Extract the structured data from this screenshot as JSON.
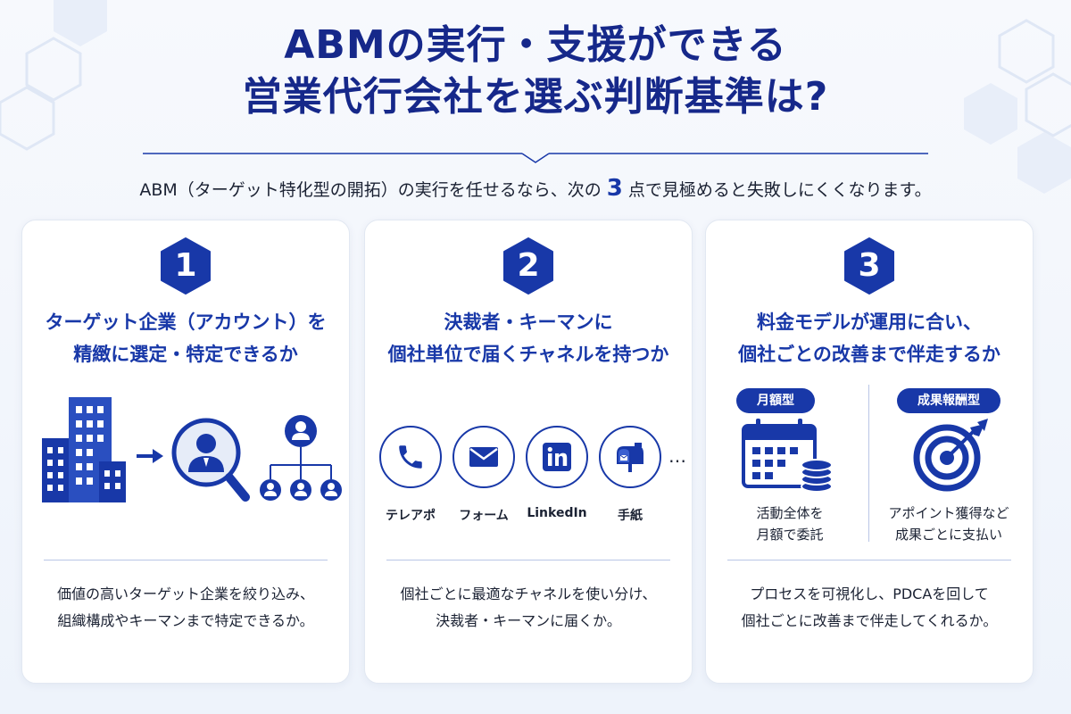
{
  "title": {
    "line1": "ABMの実行・支援ができる",
    "line2": "営業代行会社を選ぶ判断基準は?"
  },
  "subtitle": {
    "before": "ABM（ターゲット特化型の開拓）の実行を任せるなら、次の",
    "number": "3",
    "after": "点で見極めると失敗しにくくなります。"
  },
  "cards": [
    {
      "number": "1",
      "title_lines": [
        "ターゲット企業（アカウント）を",
        "精緻に選定・特定できるか"
      ],
      "icons": [
        "buildings-icon",
        "arrow-right-icon",
        "person-search-icon",
        "org-chart-icon"
      ],
      "desc_lines": [
        "価値の高いターゲット企業を絞り込み、",
        "組織構成やキーマンまで特定できるか。"
      ]
    },
    {
      "number": "2",
      "title_lines": [
        "決裁者・キーマンに",
        "個社単位で届くチャネルを持つか"
      ],
      "channels": [
        {
          "label": "テレアポ",
          "icon": "phone-icon"
        },
        {
          "label": "フォーム",
          "icon": "mail-icon"
        },
        {
          "label": "LinkedIn",
          "icon": "linkedin-icon"
        },
        {
          "label": "手紙",
          "icon": "mailbox-icon"
        }
      ],
      "more": "…",
      "desc_lines": [
        "個社ごとに最適なチャネルを使い分け、",
        "決裁者・キーマンに届くか。"
      ]
    },
    {
      "number": "3",
      "title_lines": [
        "料金モデルが運用に合い、",
        "個社ごとの改善まで伴走するか"
      ],
      "models": [
        {
          "label": "月額型",
          "icon": "calendar-coins-icon",
          "text_lines": [
            "活動全体を",
            "月額で委託"
          ]
        },
        {
          "label": "成果報酬型",
          "icon": "target-icon",
          "text_lines": [
            "アポイント獲得など",
            "成果ごとに支払い"
          ]
        }
      ],
      "desc_lines": [
        "プロセスを可視化し、PDCAを回して",
        "個社ごとに改善まで伴走してくれるか。"
      ]
    }
  ],
  "colors": {
    "primary": "#1838a8",
    "title": "#16288a",
    "text": "#1b2233",
    "card_bg": "#ffffff",
    "divider": "#b9c6e6"
  }
}
